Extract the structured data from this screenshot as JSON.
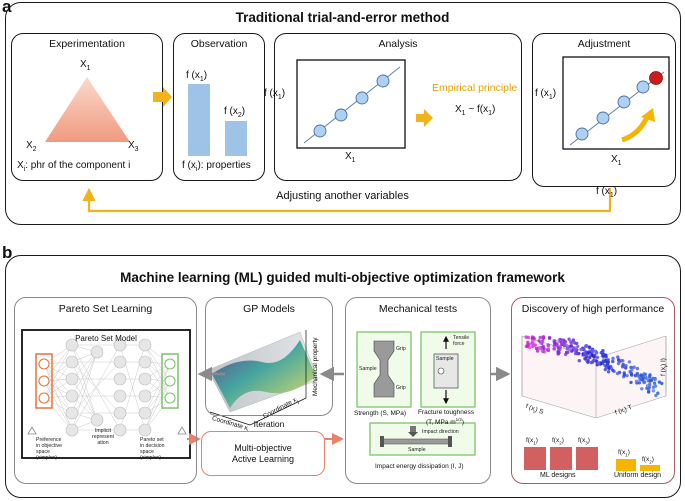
{
  "panel_a": {
    "letter": "a",
    "title": "Traditional trial-and-error method",
    "experimentation": {
      "title": "Experimentation",
      "x1": "X",
      "x1_sub": "1",
      "x2": "X",
      "x2_sub": "2",
      "x3": "X",
      "x3_sub": "3",
      "caption_main": "X",
      "caption_sub": "i",
      "caption_rest": ": phr of the component i"
    },
    "observation": {
      "title": "Observation",
      "bar1_label": "f (x",
      "bar1_sub": "1",
      "bar2_label": "f (x",
      "bar2_sub": "2",
      "caption_main": "f (x",
      "caption_sub": "i",
      "caption_rest": "): properties",
      "bar_values": [
        1.0,
        0.48
      ]
    },
    "analysis": {
      "title": "Analysis",
      "ylabel": "f (x",
      "ylabel_sub": "1",
      "xlabel": "X",
      "xlabel_sub": "1",
      "principle": "Empirical principle",
      "relation_main": "X",
      "relation_sub1": "1",
      "relation_rest": " ~ f(x",
      "relation_sub2": "1"
    },
    "adjustment": {
      "title": "Adjustment",
      "ylabel": "f (x",
      "ylabel_sub": "1",
      "xlabel": "X",
      "xlabel_sub": "1",
      "feedback_label": "f (x",
      "feedback_sub": "1"
    },
    "loop_label": "Adjusting another variables"
  },
  "panel_b": {
    "letter": "b",
    "title": "Machine learning (ML) guided multi-objective optimization framework",
    "pareto": {
      "title": "Pareto Set Learning",
      "model_title": "Pareto Set Model",
      "left_text": [
        "Preference",
        "in objective",
        "space",
        "(simplex)"
      ],
      "middle_text": [
        "Implicit",
        "represent",
        "ation"
      ],
      "right_text": [
        "Pareto set",
        "in decision",
        "space",
        "(simplex)"
      ]
    },
    "gp": {
      "title": "GP Models",
      "axis1": "Coordinate x",
      "axis1_sub": "i",
      "axis2": "Coordinate x",
      "axis2_sub": "j",
      "axis3": "Mechanical property",
      "iteration": "Iteration"
    },
    "mal": {
      "line1": "Multi-objective",
      "line2": "Active Learning"
    },
    "mech": {
      "title": "Mechanical tests",
      "grip_top": "Grip",
      "sample": "Sample",
      "grip_bottom": "Grip",
      "strength": "Strength (S, MPa)",
      "tensile": [
        "Tensile",
        "force"
      ],
      "sample2": "Sample",
      "toughness1": "Fracture toughness",
      "toughness2": "(T, MPa m",
      "toughness2_sup": "1/2",
      "toughness2_end": ")",
      "impact_dir": "Impact direction",
      "sample3": "Sample",
      "impact": "Impact energy dissipation (I, J)"
    },
    "discovery": {
      "title": "Discovery of high performance",
      "axis_s": "f (x",
      "axis_s_sub": "i",
      "axis_s_end": ") S",
      "axis_t": "f (x",
      "axis_t_sub": "i",
      "axis_t_end": ") T",
      "axis_i": "f (x",
      "axis_i_sub": "i",
      "axis_i_end": ") I",
      "ml_bars": [
        "f(x",
        "f(x",
        "f(x"
      ],
      "ml_subs": [
        "1",
        "2",
        "3"
      ],
      "ml_label": "ML designs",
      "uni_bars": [
        "f(x",
        "f(x"
      ],
      "uni_subs": [
        "1",
        "2"
      ],
      "uni_label": "Uniform design"
    },
    "colors": {
      "accent_orange": "#f2b21b",
      "triangle": "#f4a488",
      "bar_blue": "#9ec3e6",
      "bar_red": "#d36060",
      "bar_yellow": "#f5b400",
      "salmon": "#e9816b",
      "green": "#7cc46a",
      "orange_node": "#e8733a"
    }
  }
}
